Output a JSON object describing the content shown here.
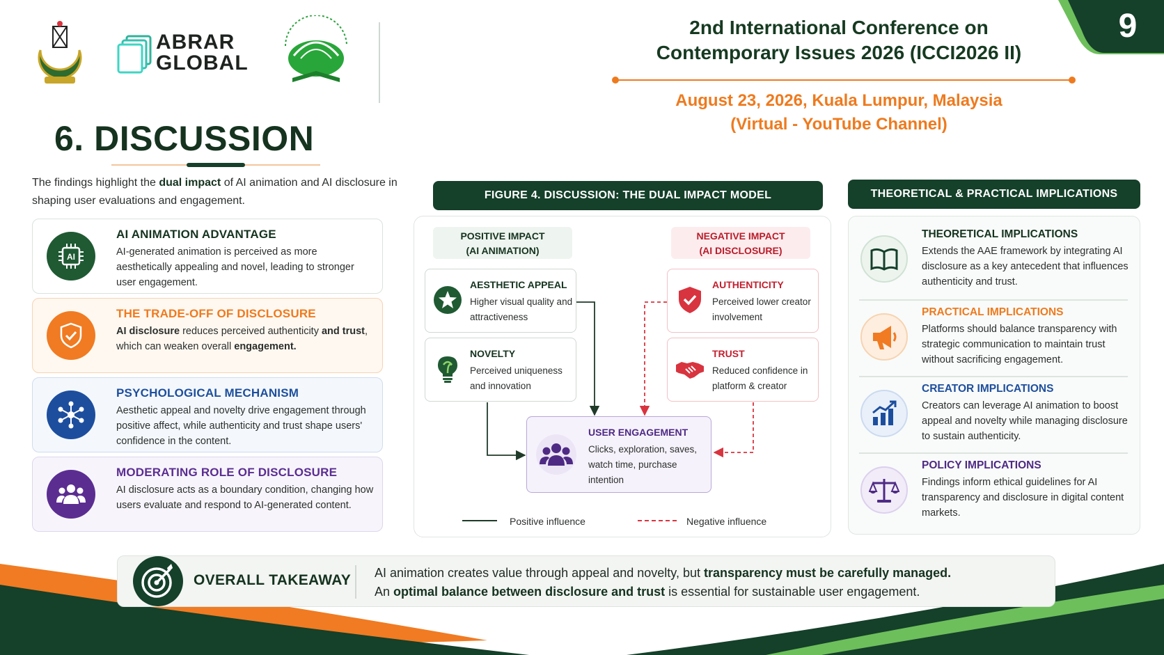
{
  "header": {
    "logo_abrar_line1": "ABRAR",
    "logo_abrar_line2": "GLOBAL",
    "conference_line1": "2nd International Conference on",
    "conference_line2": "Contemporary Issues 2026 (ICCI2026 II)",
    "date_line1": "August 23, 2026, Kuala Lumpur, Malaysia",
    "date_line2": "(Virtual - YouTube Channel)",
    "page_number": "9"
  },
  "section": {
    "title": "6. DISCUSSION",
    "intro_pre": "The findings highlight the ",
    "intro_bold": "dual impact",
    "intro_post": " of AI animation and AI disclosure in shaping user evaluations and engagement."
  },
  "left_cards": [
    {
      "title": "AI ANIMATION ADVANTAGE",
      "text": "AI-generated animation is perceived as more aesthetically appealing and novel, leading to stronger user engagement.",
      "icon": "ai-chip-icon"
    },
    {
      "title": "THE TRADE-OFF OF DISCLOSURE",
      "text_bold1": "AI disclosure",
      "text_mid": " reduces perceived authenticity ",
      "text_bold2": "and trust",
      "text_mid2": ", which can weaken overall ",
      "text_bold3": "engagement.",
      "icon": "shield-check-icon"
    },
    {
      "title": "PSYCHOLOGICAL MECHANISM",
      "text": "Aesthetic appeal and novelty drive engagement through positive affect, while authenticity and trust shape users' confidence in the content.",
      "icon": "network-icon"
    },
    {
      "title": "MODERATING ROLE OF DISCLOSURE",
      "text": "AI disclosure acts as a boundary condition, changing how users evaluate and respond to AI-generated content.",
      "icon": "users-group-icon"
    }
  ],
  "figure": {
    "header": "FIGURE 4. DISCUSSION: THE DUAL IMPACT MODEL",
    "positive_head_1": "POSITIVE IMPACT",
    "positive_head_2": "(AI ANIMATION)",
    "negative_head_1": "NEGATIVE IMPACT",
    "negative_head_2": "(AI DISCLOSURE)",
    "aesthetic": {
      "title": "AESTHETIC APPEAL",
      "text": "Higher visual quality and attractiveness"
    },
    "novelty": {
      "title": "NOVELTY",
      "text": "Perceived uniqueness and innovation"
    },
    "authenticity": {
      "title": "AUTHENTICITY",
      "text": "Perceived lower creator involvement"
    },
    "trust": {
      "title": "TRUST",
      "text": "Reduced confidence in platform & creator"
    },
    "engagement": {
      "title": "USER ENGAGEMENT",
      "text": "Clicks, exploration, saves, watch time, purchase intention"
    },
    "legend_positive": "Positive influence",
    "legend_negative": "Negative influence",
    "colors": {
      "positive": "#1f5a33",
      "negative": "#d8343f"
    }
  },
  "implications": {
    "header": "THEORETICAL & PRACTICAL IMPLICATIONS",
    "items": [
      {
        "title": "THEORETICAL IMPLICATIONS",
        "text": "Extends the AAE framework by integrating AI disclosure as a key antecedent that influences authenticity and trust.",
        "icon": "book-icon"
      },
      {
        "title": "PRACTICAL IMPLICATIONS",
        "text": "Platforms should balance transparency with strategic communication to maintain trust without sacrificing engagement.",
        "icon": "megaphone-icon"
      },
      {
        "title": "CREATOR IMPLICATIONS",
        "text": "Creators can leverage AI animation to boost appeal and novelty while managing disclosure to sustain authenticity.",
        "icon": "growth-chart-icon"
      },
      {
        "title": "POLICY IMPLICATIONS",
        "text": "Findings inform ethical guidelines for AI transparency and disclosure in digital content markets.",
        "icon": "scales-icon"
      }
    ]
  },
  "takeaway": {
    "label": "OVERALL TAKEAWAY",
    "line1_pre": "AI animation creates value through appeal and novelty, but ",
    "line1_bold": "transparency must be carefully managed.",
    "line2_pre": "An ",
    "line2_bold": "optimal balance between disclosure and trust",
    "line2_post": " is essential for sustainable user engagement."
  }
}
